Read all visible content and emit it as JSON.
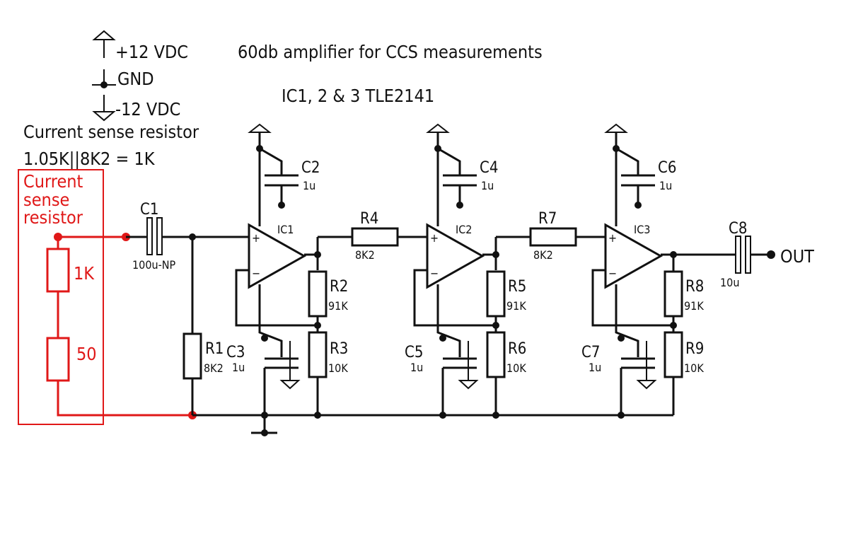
{
  "legend": {
    "vplus": "+12 VDC",
    "gnd": "GND",
    "vminus": "-12 VDC"
  },
  "title": "60db amplifier for CCS measurements",
  "ic_note": "IC1, 2 & 3 TLE2141",
  "sense_note": {
    "line1": "Current sense resistor",
    "line2": "1.05K||8K2 = 1K"
  },
  "sense_box": {
    "line1": "Current",
    "line2": "sense",
    "line3": "resistor",
    "r_top": "1K",
    "r_bottom": "50"
  },
  "components": {
    "c1": {
      "ref": "C1",
      "value": "100u-NP"
    },
    "r1": {
      "ref": "R1",
      "value": "8K2"
    },
    "c2": {
      "ref": "C2",
      "value": "1u"
    },
    "c3": {
      "ref": "C3",
      "value": "1u"
    },
    "ic1": {
      "ref": "IC1"
    },
    "r2": {
      "ref": "R2",
      "value": "91K"
    },
    "r3": {
      "ref": "R3",
      "value": "10K"
    },
    "r4": {
      "ref": "R4",
      "value": "8K2"
    },
    "c4": {
      "ref": "C4",
      "value": "1u"
    },
    "c5": {
      "ref": "C5",
      "value": "1u"
    },
    "ic2": {
      "ref": "IC2"
    },
    "r5": {
      "ref": "R5",
      "value": "91K"
    },
    "r6": {
      "ref": "R6",
      "value": "10K"
    },
    "r7": {
      "ref": "R7",
      "value": "8K2"
    },
    "c6": {
      "ref": "C6",
      "value": "1u"
    },
    "c7": {
      "ref": "C7",
      "value": "1u"
    },
    "ic3": {
      "ref": "IC3"
    },
    "r8": {
      "ref": "R8",
      "value": "91K"
    },
    "r9": {
      "ref": "R9",
      "value": "10K"
    },
    "c8": {
      "ref": "C8",
      "value": "10u"
    }
  },
  "output_label": "OUT",
  "opamp_plus": "+",
  "opamp_minus": "−",
  "colors": {
    "wire": "#111111",
    "sense_highlight": "#e01818",
    "background": "#ffffff"
  }
}
